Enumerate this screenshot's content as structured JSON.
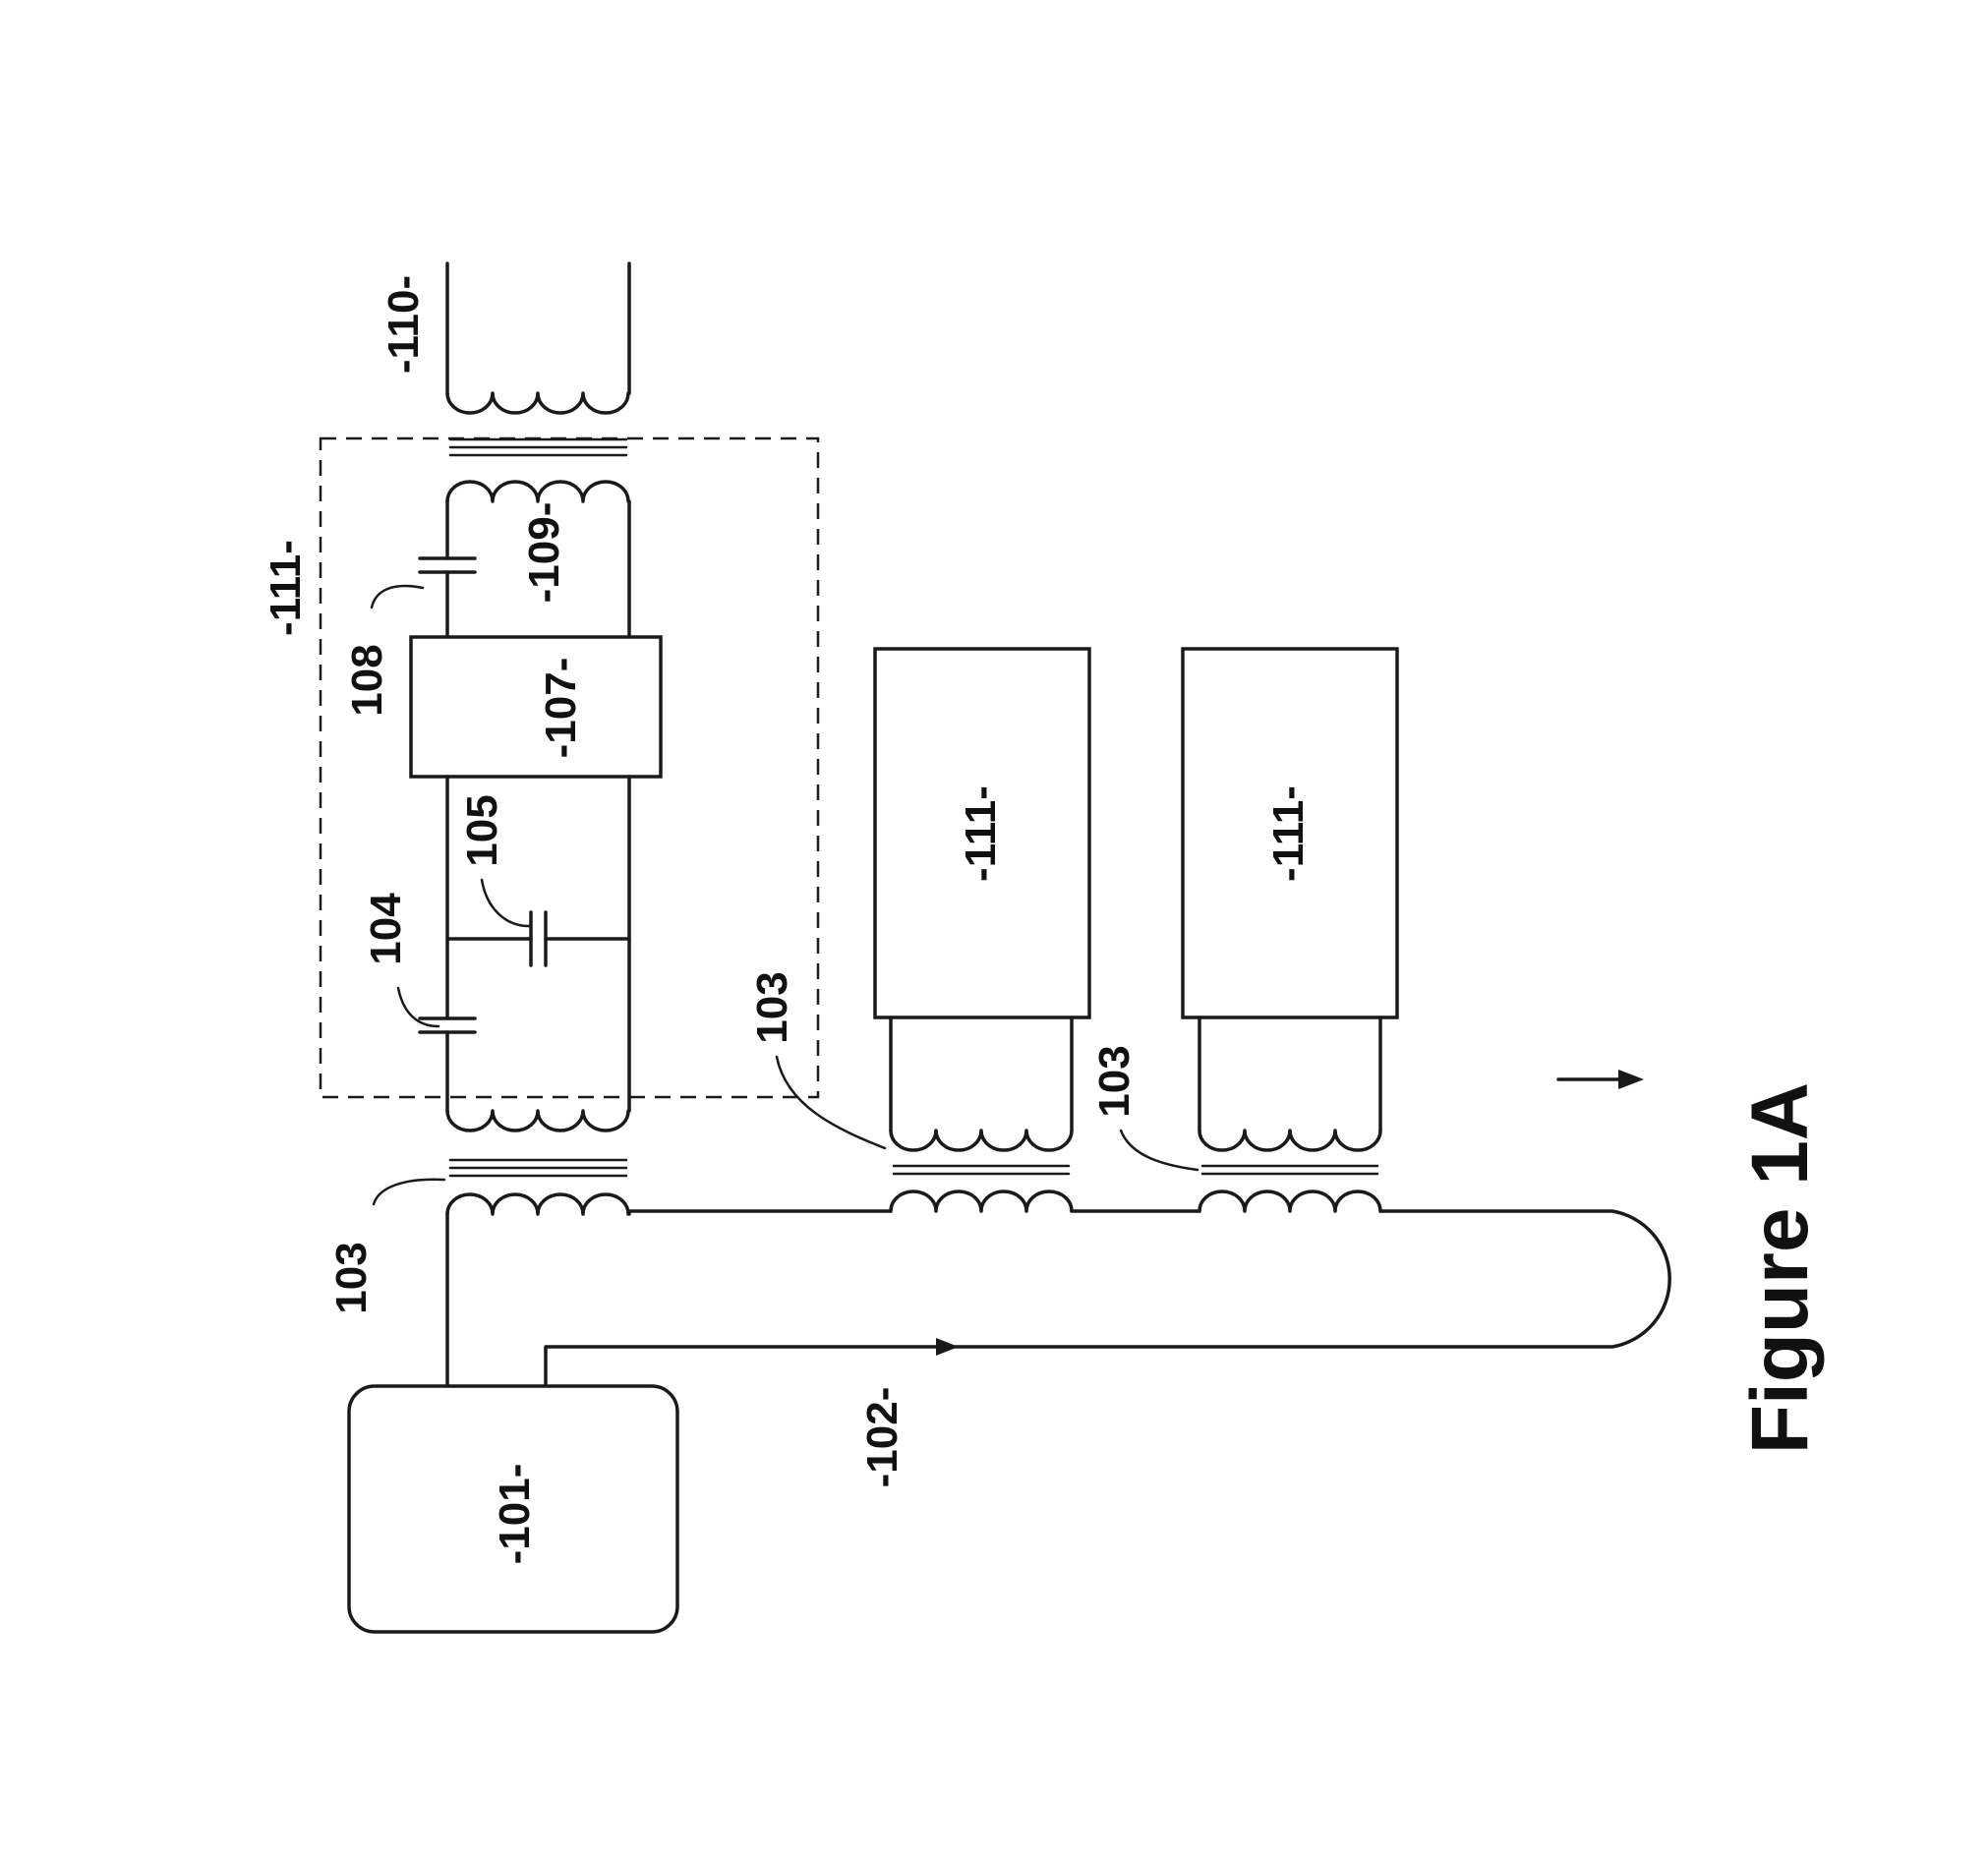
{
  "figure": {
    "title": "Figure 1A",
    "labels": {
      "source": "-101-",
      "loop": "-102-",
      "coupler_a": "103",
      "coupler_b": "103",
      "coupler_c": "103",
      "cap_104": "104",
      "cap_105": "105",
      "module_107": "-107-",
      "cap_108": "108",
      "coil_109": "-109-",
      "coil_110": "-110-",
      "group_dashed": "-111-",
      "box_upper": "-111-",
      "box_lower": "-111-"
    }
  }
}
